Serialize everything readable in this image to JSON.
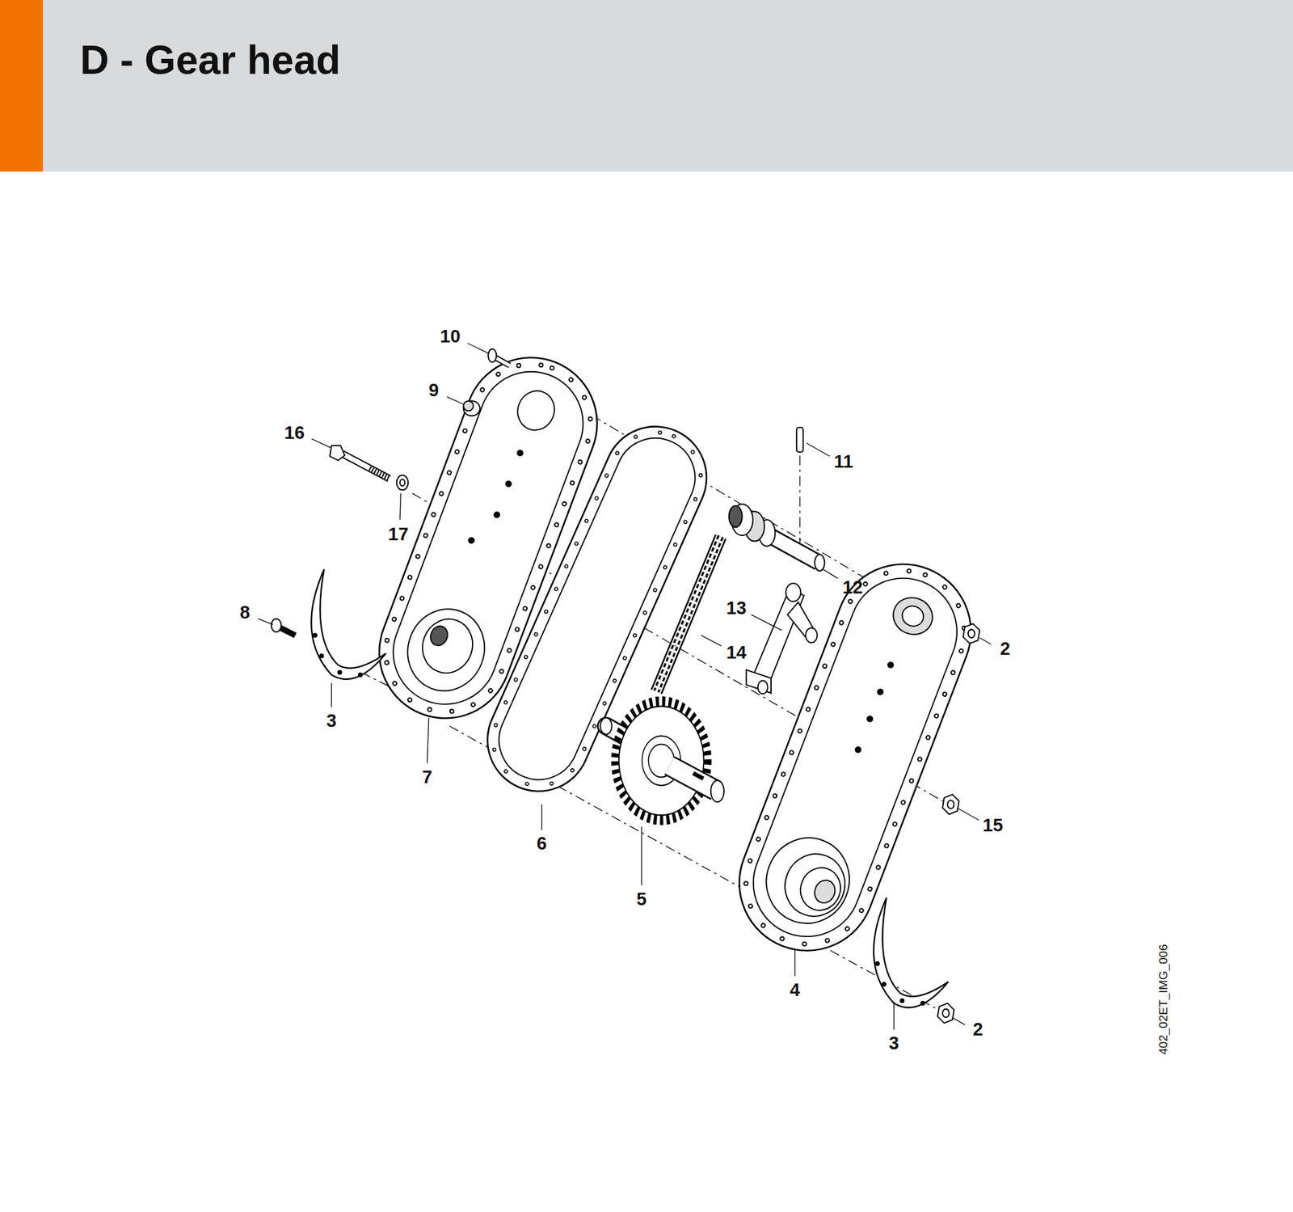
{
  "diagram": {
    "title": "D - Gear head",
    "labels": [
      "10",
      "9",
      "16",
      "11",
      "17",
      "12",
      "13",
      "2",
      "8",
      "14",
      "3",
      "7",
      "15",
      "6",
      "5",
      "4",
      "3",
      "2",
      "402_02ET_IMG_006"
    ]
  }
}
